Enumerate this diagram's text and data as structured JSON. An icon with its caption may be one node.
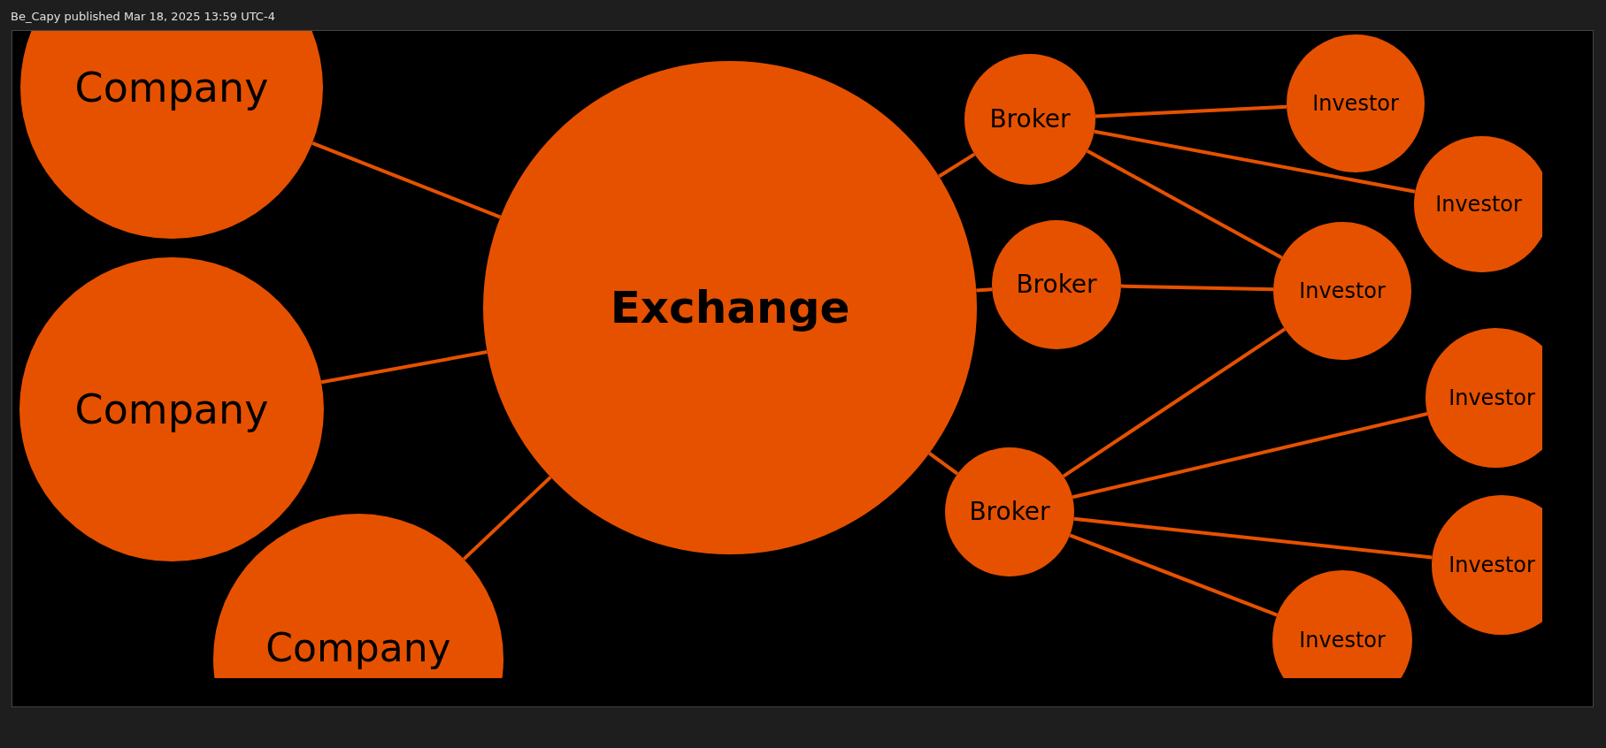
{
  "diagram": {
    "nodes": [
      {
        "text": [
          "Company"
        ]
      },
      {
        "text": [
          "Company"
        ]
      },
      {
        "text": [
          "Company"
        ]
      },
      {
        "text": [
          "Exchange"
        ]
      },
      {
        "text": [
          "Broker"
        ]
      },
      {
        "text": [
          "Broker"
        ]
      },
      {
        "text": [
          "Broker"
        ]
      },
      {
        "text": [
          "Investor"
        ]
      },
      {
        "text": [
          "Investor"
        ]
      },
      {
        "text": [
          "Investor"
        ]
      },
      {
        "text": [
          "Investor"
        ]
      },
      {
        "text": [
          "Investor"
        ]
      },
      {
        "text": [
          "Investor"
        ]
      }
    ],
    "edges": [
      {
        "from": 0,
        "to": 3,
        "arrow": "none"
      },
      {
        "from": 1,
        "to": 3,
        "arrow": "none"
      },
      {
        "from": 2,
        "to": 3,
        "arrow": "none"
      },
      {
        "from": 3,
        "to": 4,
        "arrow": "none"
      },
      {
        "from": 3,
        "to": 5,
        "arrow": "none"
      },
      {
        "from": 3,
        "to": 6,
        "arrow": "none"
      },
      {
        "from": 4,
        "to": 7,
        "arrow": "none"
      },
      {
        "from": 4,
        "to": 8,
        "arrow": "none"
      },
      {
        "from": 4,
        "to": 9,
        "arrow": "none"
      },
      {
        "from": 5,
        "to": 9,
        "arrow": "none"
      },
      {
        "from": 6,
        "to": 9,
        "arrow": "none"
      },
      {
        "from": 6,
        "to": 10,
        "arrow": "none"
      },
      {
        "from": 6,
        "to": 11,
        "arrow": "none"
      },
      {
        "from": 6,
        "to": 12,
        "arrow": "none"
      }
    ],
    "labels": [
      "Be_Capy published Mar 18, 2025 13:59 UTC-4"
    ]
  }
}
